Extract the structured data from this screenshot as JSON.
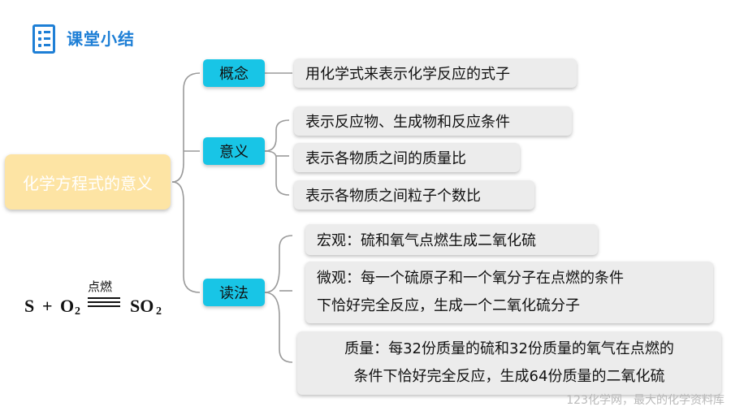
{
  "header": {
    "title": "课堂小结",
    "icon": "checklist-icon"
  },
  "root": {
    "label": "化学方程式的意义"
  },
  "categories": [
    {
      "label": "概念",
      "items": [
        "用化学式来表示化学反应的式子"
      ]
    },
    {
      "label": "意义",
      "items": [
        "表示反应物、生成物和反应条件",
        "表示各物质之间的质量比",
        "表示各物质之间粒子个数比"
      ]
    },
    {
      "label": "读法",
      "items": [
        {
          "lines": [
            "宏观：硫和氧气点燃生成二氧化硫"
          ]
        },
        {
          "lines": [
            "微观：每一个硫原子和一个氧分子在点燃的条件",
            "下恰好完全反应，生成一个二氧化硫分子"
          ]
        },
        {
          "lines": [
            "质量：每32份质量的硫和32份质量的氧气在点燃的",
            "条件下恰好完全反应，生成64份质量的二氧化硫"
          ]
        }
      ]
    }
  ],
  "equation": {
    "s": "S",
    "plus": "+",
    "o": "O",
    "o_sub": "2",
    "condition": "点燃",
    "so": "SO",
    "so_sub": "2"
  },
  "watermark": "123化学网，最大的化学资料库",
  "colors": {
    "accent": "#1e7fd6",
    "category": "#18c5e6",
    "root": "#fde4a4",
    "leaf": "#ececec"
  }
}
